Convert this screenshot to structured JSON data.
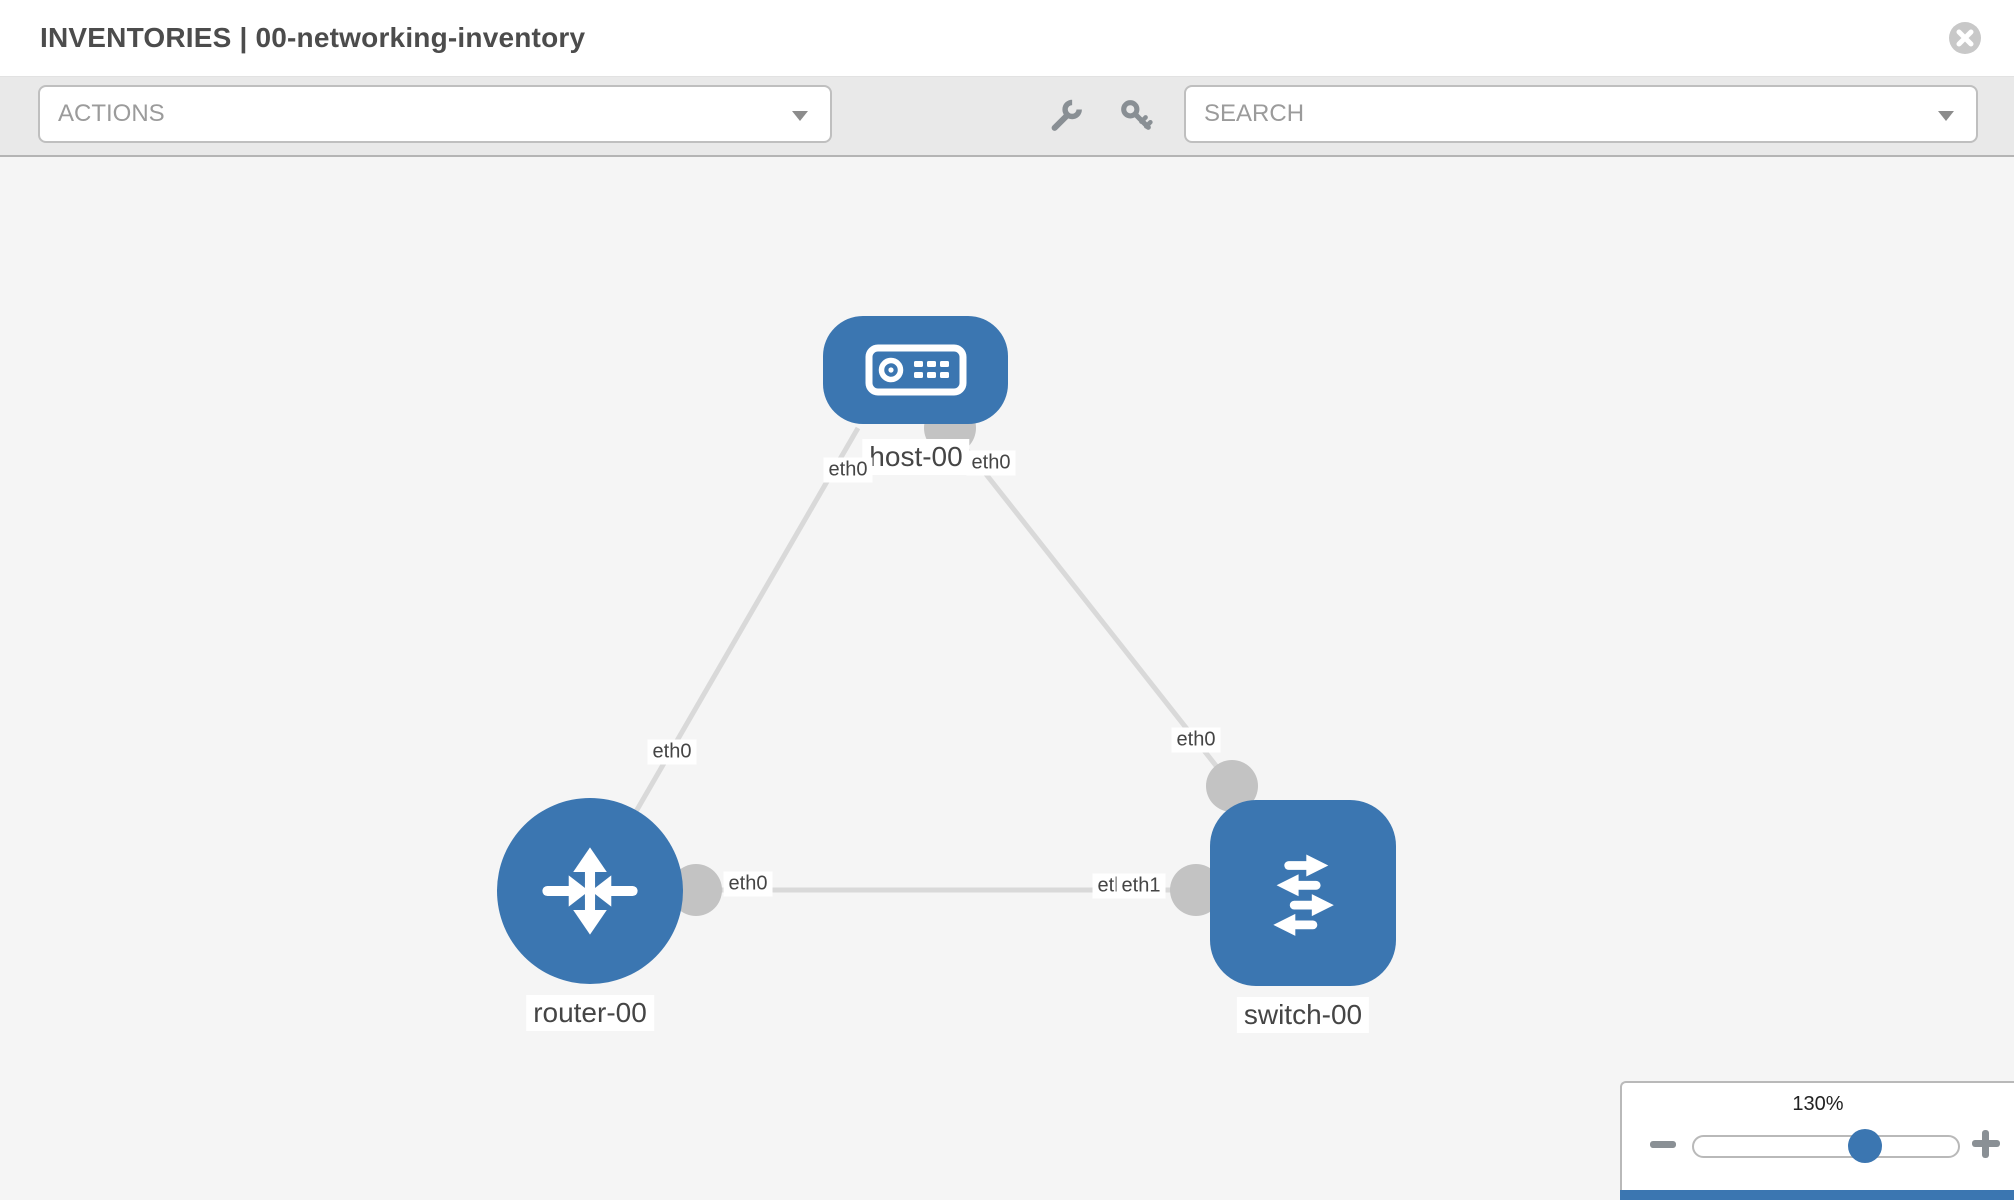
{
  "header": {
    "title": "INVENTORIES | 00-networking-inventory"
  },
  "toolbar": {
    "actions_label": "ACTIONS",
    "search_placeholder": "SEARCH"
  },
  "icons": {
    "close": "circle-x",
    "wrench": "wrench",
    "key": "key",
    "actions_caret": "chevron-down",
    "search_caret": "chevron-down",
    "zoom_out": "minus",
    "zoom_in": "plus"
  },
  "topology": {
    "nodes": [
      {
        "id": "host-00",
        "type": "host",
        "label": "host-00"
      },
      {
        "id": "router-00",
        "type": "router",
        "label": "router-00"
      },
      {
        "id": "switch-00",
        "type": "switch",
        "label": "switch-00"
      }
    ],
    "links": [
      {
        "from": "host-00",
        "from_interface": "eth0",
        "to": "router-00",
        "to_interface": "eth0"
      },
      {
        "from": "host-00",
        "from_interface": "eth0",
        "to": "switch-00",
        "to_interface": "eth0"
      },
      {
        "from": "router-00",
        "from_interface": "eth0",
        "to": "switch-00",
        "to_interface": "eth1"
      }
    ],
    "interface_labels": {
      "host_left": "eth0",
      "host_right": "eth0",
      "host_router_mid": "eth0",
      "router_right": "eth0",
      "switch_top": "eth0",
      "switch_left_under": "eth0",
      "switch_left": "eth1"
    }
  },
  "zoom_control": {
    "level": "130%"
  },
  "colors": {
    "node_blue": "#3b76b1",
    "link_gray": "#d9d9d9",
    "interface_gray": "#c3c3c3",
    "toolbar_bg": "#e9e9e9",
    "canvas_bg": "#f5f5f5",
    "icon_gray": "#8a9095"
  }
}
